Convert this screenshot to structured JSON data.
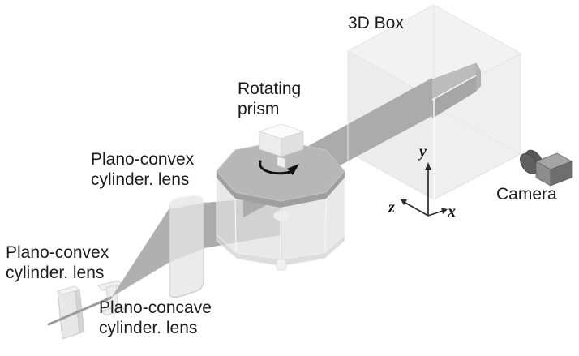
{
  "figure_labels": {
    "box": {
      "line1": "3D Box"
    },
    "prism": {
      "line1": "Rotating",
      "line2": "prism"
    },
    "lens_upper": {
      "line1": "Plano-convex",
      "line2": "cylinder. lens"
    },
    "lens_lower": {
      "line1": "Plano-convex",
      "line2": "cylinder. lens"
    },
    "lens_concave": {
      "line1": "Plano-concave",
      "line2": "cylinder. lens"
    },
    "camera": {
      "line1": "Camera"
    },
    "axes": {
      "x": "x",
      "y": "y",
      "z": "z"
    }
  },
  "icons": {
    "rotation_arrow": "rotation-arrow-icon",
    "camera": "camera-3d-icon",
    "axes": "coordinate-axes-icon"
  },
  "colors": {
    "background": "#ffffff",
    "text": "#1b1b1b",
    "beam": "#ababab",
    "beam_fan": "#b0b0b0",
    "beam_thin": "#9b9b9b",
    "sheet_front": "#a6a6a6",
    "sheet_top": "#bcbcbc",
    "sheet_end": "#b1b1b1",
    "box_top": "#f2f2f2",
    "box_left": "#ececec",
    "box_right": "#efefef",
    "box_edge": "#e3e3e3",
    "plate_top": "#b7b7b7",
    "plate_side": "#9f9f9f",
    "prism_body": "#e0e0e0",
    "motor_top": "#fbfbfb",
    "motor_left": "#ececec",
    "motor_right": "#e0e0e0",
    "arrow": "#111111",
    "camera_top": "#a4a4a4",
    "camera_front": "#8d8d8d",
    "camera_side": "#6e6e6e",
    "camera_lens": "#5f5f5f",
    "lens_fill": "#e7e7e7",
    "lens_edge": "#c9c9c9"
  }
}
